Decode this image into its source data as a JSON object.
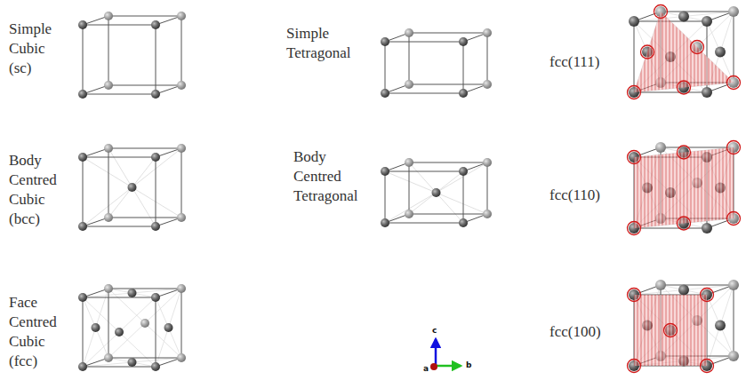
{
  "diagram": {
    "labels": [
      "Simple Cubic (sc)",
      "Simple Tetragonal",
      "fcc(111)",
      "Body Centred Cubic (bcc)",
      "Body Centred Tetragonal",
      "fcc(110)",
      "Face Centred Cubic (fcc)",
      "c",
      "a",
      "b",
      "fcc(100)"
    ]
  }
}
